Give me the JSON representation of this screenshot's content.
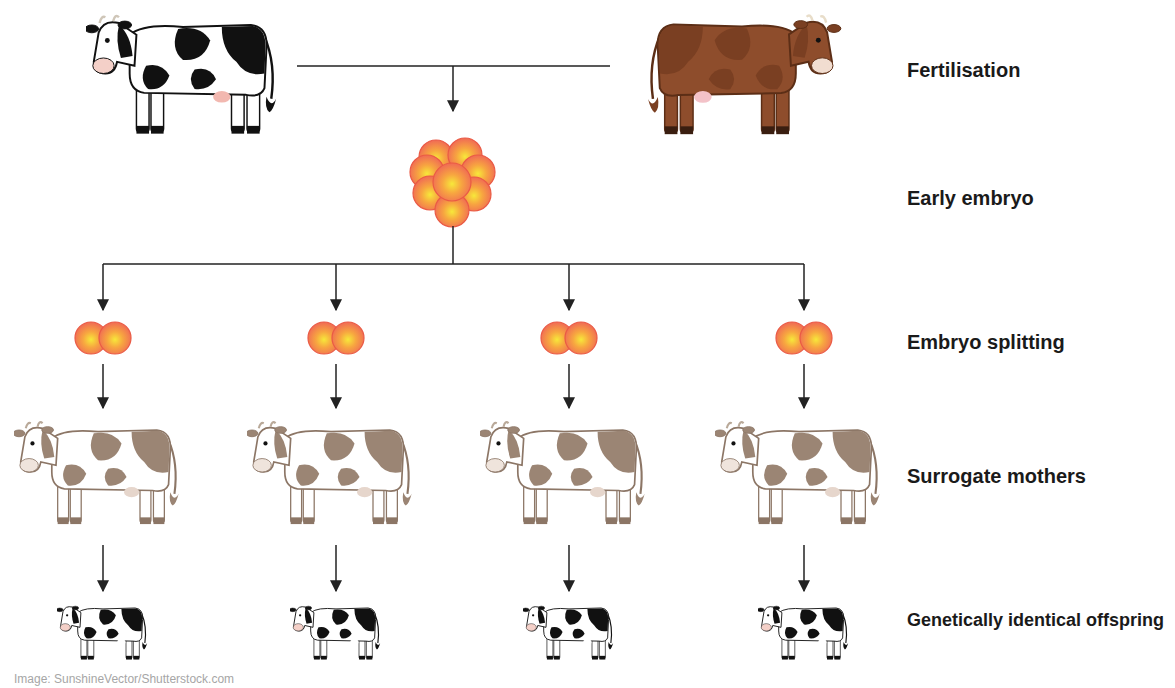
{
  "diagram": {
    "labels": [
      "Fertilisation",
      "Early embryo",
      "Embryo splitting",
      "Surrogate mothers",
      "Genetically identical offspring",
      "Image: SunshineVector/Shutterstock.com"
    ]
  }
}
